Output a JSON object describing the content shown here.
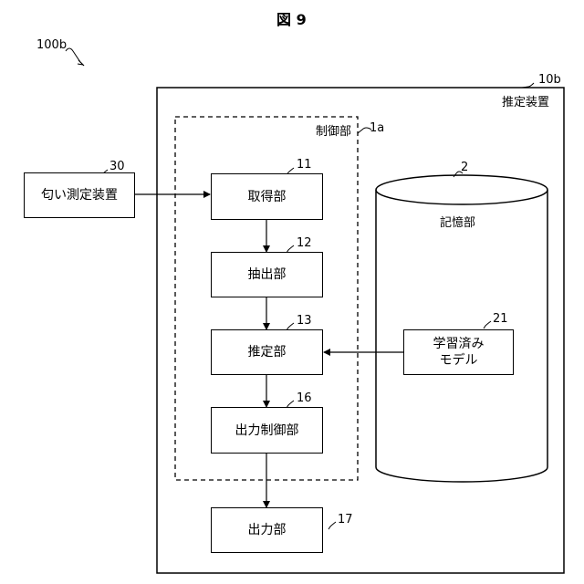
{
  "figure_title": "図 9",
  "system_ref": "100b",
  "device": {
    "ref": "10b",
    "label": "推定装置"
  },
  "control": {
    "ref": "1a",
    "label": "制御部"
  },
  "storage": {
    "ref": "2",
    "label": "記憶部"
  },
  "blocks": [
    {
      "id": "odor",
      "ref": "30",
      "label": "匂い測定装置"
    },
    {
      "id": "acquire",
      "ref": "11",
      "label": "取得部"
    },
    {
      "id": "extract",
      "ref": "12",
      "label": "抽出部"
    },
    {
      "id": "estimate",
      "ref": "13",
      "label": "推定部"
    },
    {
      "id": "outctrl",
      "ref": "16",
      "label": "出力制御部"
    },
    {
      "id": "output",
      "ref": "17",
      "label": "出力部"
    },
    {
      "id": "model",
      "ref": "21",
      "label_lines": [
        "学習済み",
        "モデル"
      ]
    }
  ]
}
